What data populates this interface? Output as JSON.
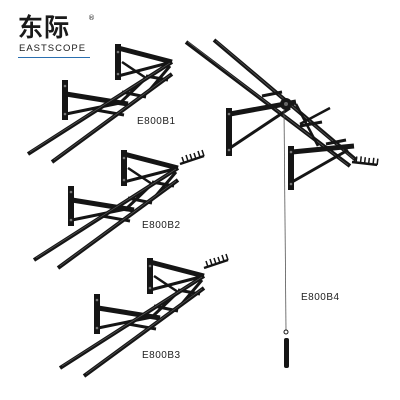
{
  "brand": {
    "name_cn": "东际",
    "registered": "®",
    "name_en": "EASTSCOPE"
  },
  "products": [
    {
      "model": "E800B1"
    },
    {
      "model": "E800B2"
    },
    {
      "model": "E800B3"
    },
    {
      "model": "E800B4"
    }
  ],
  "colors": {
    "steel": "#151515",
    "highlight": "#5a5a5a",
    "cable": "#555555",
    "brand_line": "#2a6fb0"
  }
}
